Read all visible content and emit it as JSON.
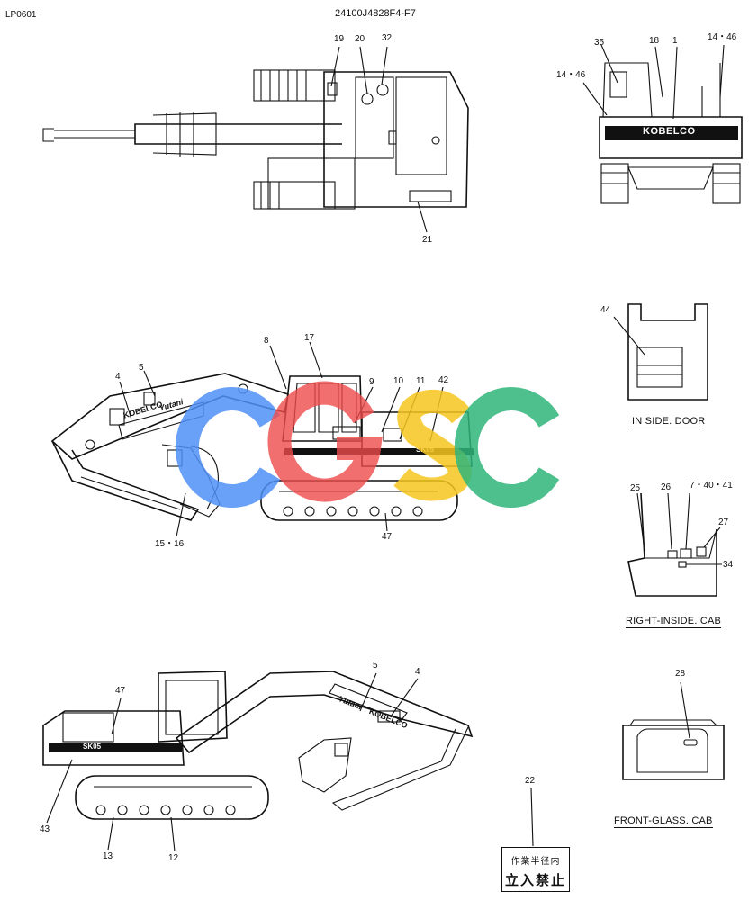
{
  "header": {
    "left": "LP0601~",
    "center": "24100J4828F4-F7"
  },
  "brand": {
    "kobelco": "KOBELCO",
    "yutani": "Yutani",
    "model": "SK05"
  },
  "captions": {
    "inside_door": "IN SIDE. DOOR",
    "right_inside_cab": "RIGHT-INSIDE. CAB",
    "front_glass_cab": "FRONT-GLASS. CAB"
  },
  "sign": {
    "line1": "作業半径内",
    "line2": "立入禁止"
  },
  "watermark": {
    "letters": [
      "C",
      "G",
      "S",
      "C"
    ],
    "colors": [
      "#4f8ff7",
      "#ef4b4b",
      "#f6c61e",
      "#2fb57a"
    ]
  },
  "callouts": {
    "top_view": [
      "19",
      "20",
      "32",
      "21"
    ],
    "rear_view": [
      "35",
      "18",
      "1",
      "14・46",
      "14・46"
    ],
    "side_view": [
      "8",
      "17",
      "4",
      "5",
      "9",
      "10",
      "11",
      "42",
      "15・16",
      "47"
    ],
    "inside_door": [
      "44"
    ],
    "right_inside_cab": [
      "25",
      "26",
      "7・40・41",
      "27",
      "34"
    ],
    "left_view": [
      "5",
      "4",
      "47",
      "43",
      "13",
      "12"
    ],
    "front_glass": [
      "28"
    ],
    "sign_ref": [
      "22"
    ]
  }
}
